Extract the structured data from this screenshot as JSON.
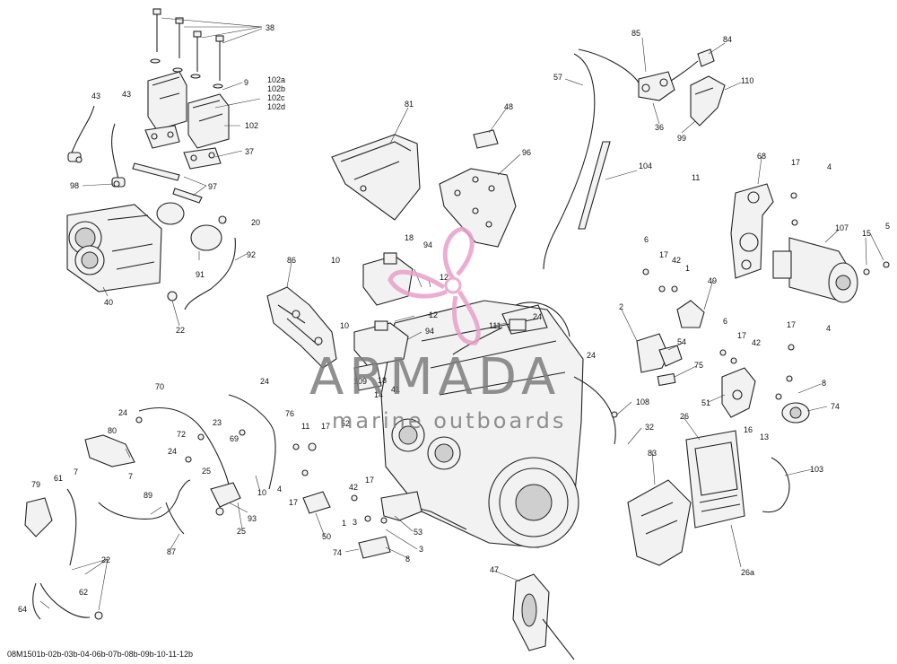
{
  "diagram": {
    "document_code": "08M1501b-02b-03b-04-06b-07b-08b-09b-10-11-12b",
    "watermark": {
      "word": "ARMADA",
      "tagline": "marine outboards",
      "logo_color": "#e8a0c8"
    },
    "callouts": [
      "38",
      "102a",
      "102b",
      "102c",
      "102d",
      "102",
      "9",
      "37",
      "43",
      "43",
      "98",
      "97",
      "20",
      "22",
      "92",
      "91",
      "40",
      "81",
      "48",
      "96",
      "57",
      "85",
      "84",
      "36",
      "110",
      "99",
      "104",
      "68",
      "11",
      "17",
      "4",
      "107",
      "15",
      "5",
      "6",
      "17",
      "42",
      "1",
      "49",
      "2",
      "54",
      "75",
      "6",
      "17",
      "42",
      "17",
      "4",
      "51",
      "8",
      "74",
      "86",
      "10",
      "18",
      "94",
      "12",
      "12",
      "94",
      "111",
      "24",
      "10",
      "109",
      "18",
      "41",
      "14",
      "24",
      "108",
      "32",
      "26",
      "70",
      "24",
      "23",
      "24",
      "76",
      "80",
      "72",
      "24",
      "69",
      "7",
      "7",
      "11",
      "17",
      "52",
      "25",
      "10",
      "61",
      "79",
      "89",
      "93",
      "25",
      "87",
      "22",
      "62",
      "64",
      "4",
      "17",
      "42",
      "17",
      "3",
      "3",
      "50",
      "1",
      "53",
      "74",
      "8",
      "83",
      "16",
      "13",
      "103",
      "26a",
      "47"
    ]
  }
}
